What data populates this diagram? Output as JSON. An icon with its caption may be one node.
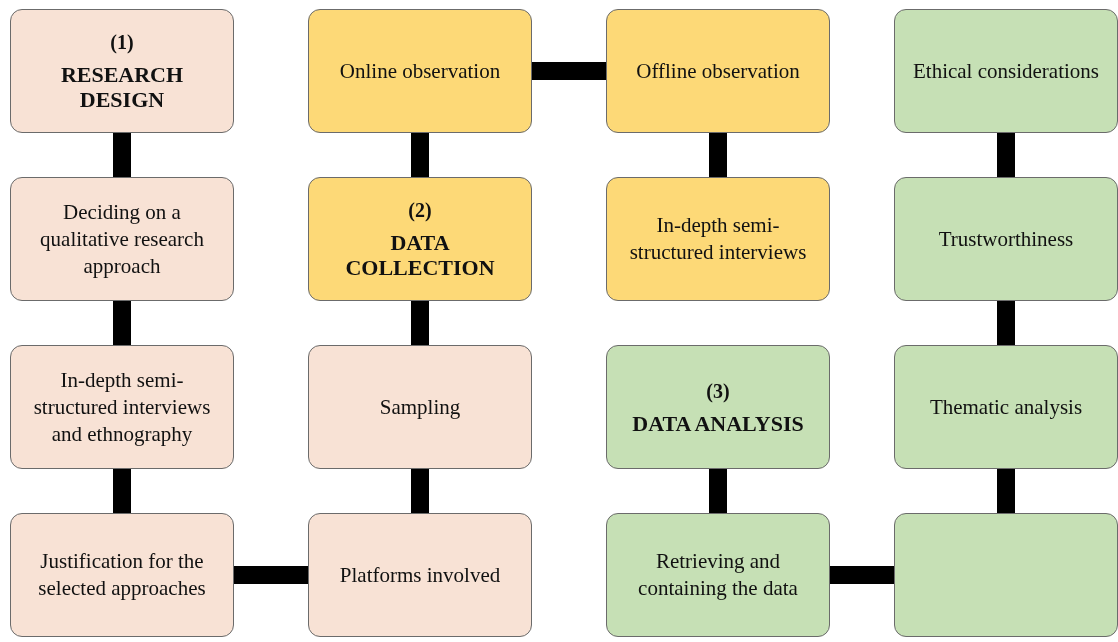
{
  "diagram": {
    "nodes": [
      {
        "text": [
          "(1)",
          "RESEARCH DESIGN"
        ]
      },
      {
        "text": [
          "Deciding on a qualitative research approach"
        ]
      },
      {
        "text": [
          "In-depth semi-structured interviews and ethnography"
        ]
      },
      {
        "text": [
          "Justification for the selected approaches"
        ]
      },
      {
        "text": [
          "Platforms involved"
        ]
      },
      {
        "text": [
          "Sampling"
        ]
      },
      {
        "text": [
          "(2)",
          "DATA COLLECTION"
        ]
      },
      {
        "text": [
          "Online observation"
        ]
      },
      {
        "text": [
          "Offline observation"
        ]
      },
      {
        "text": [
          "In-depth semi-structured interviews"
        ]
      },
      {
        "text": [
          "(3)",
          "DATA ANALYSIS"
        ]
      },
      {
        "text": [
          "Retrieving and containing the data"
        ]
      },
      {
        "text": [],
        "shape": "box"
      },
      {
        "text": [
          "Thematic analysis"
        ]
      },
      {
        "text": [
          "Trustworthiness"
        ]
      },
      {
        "text": [
          "Ethical considerations"
        ]
      }
    ],
    "edges": [
      {
        "from": 0,
        "to": 1,
        "arrow": "none"
      },
      {
        "from": 1,
        "to": 2,
        "arrow": "none"
      },
      {
        "from": 2,
        "to": 3,
        "arrow": "none"
      },
      {
        "from": 3,
        "to": 4,
        "arrow": "none"
      },
      {
        "from": 4,
        "to": 5,
        "arrow": "none"
      },
      {
        "from": 5,
        "to": 6,
        "arrow": "none"
      },
      {
        "from": 6,
        "to": 7,
        "arrow": "none"
      },
      {
        "from": 7,
        "to": 8,
        "arrow": "none"
      },
      {
        "from": 8,
        "to": 9,
        "arrow": "none"
      },
      {
        "from": 10,
        "to": 11,
        "arrow": "none"
      },
      {
        "from": 11,
        "to": 12,
        "arrow": "none"
      },
      {
        "from": 12,
        "to": 13,
        "arrow": "none"
      },
      {
        "from": 13,
        "to": 14,
        "arrow": "none"
      },
      {
        "from": 14,
        "to": 15,
        "arrow": "none"
      }
    ]
  }
}
